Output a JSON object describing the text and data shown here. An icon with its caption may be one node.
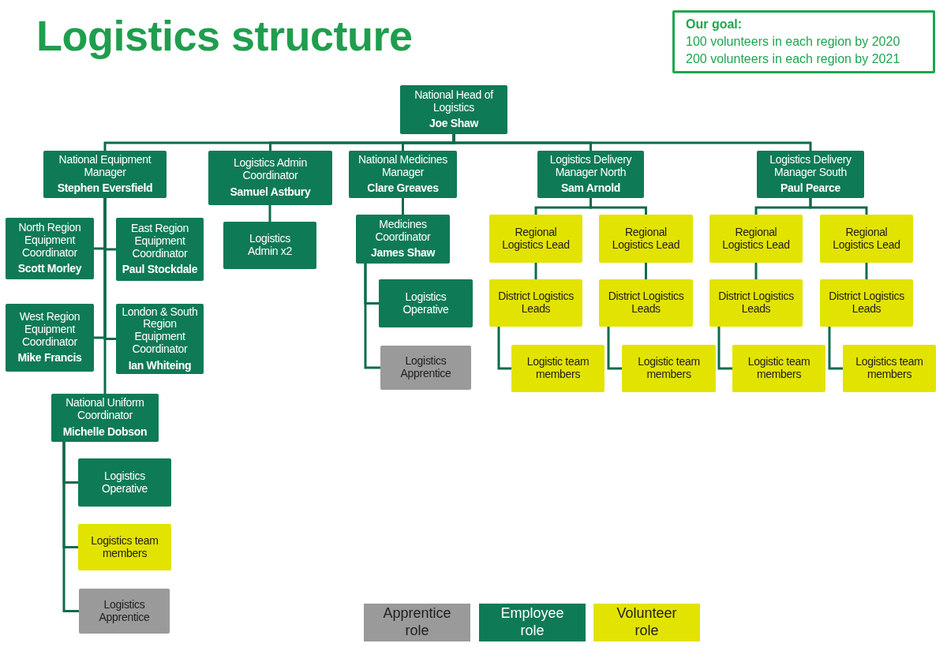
{
  "diagram": {
    "title": "Logistics structure",
    "nodes": [
      {
        "text": [
          "Our goal:",
          "100 volunteers in each region by 2020",
          "200 volunteers in each region by 2021"
        ]
      },
      {
        "text": [
          "National Head of Logistics",
          "Joe Shaw"
        ]
      },
      {
        "text": [
          "National Equipment Manager",
          "Stephen Eversfield"
        ]
      },
      {
        "text": [
          "Logistics Admin Coordinator",
          "Samuel Astbury"
        ]
      },
      {
        "text": [
          "National Medicines Manager",
          "Clare Greaves"
        ]
      },
      {
        "text": [
          "Logistics Delivery Manager North",
          "Sam Arnold"
        ]
      },
      {
        "text": [
          "Logistics Delivery Manager South",
          "Paul Pearce"
        ]
      },
      {
        "text": [
          "North Region Equipment Coordinator",
          "Scott Morley"
        ]
      },
      {
        "text": [
          "East Region Equipment Coordinator",
          "Paul Stockdale"
        ]
      },
      {
        "text": [
          "Logistics Admin x2"
        ]
      },
      {
        "text": [
          "Medicines Coordinator",
          "James Shaw"
        ]
      },
      {
        "text": [
          "Regional Logistics Lead"
        ]
      },
      {
        "text": [
          "Regional Logistics Lead"
        ]
      },
      {
        "text": [
          "Regional Logistics Lead"
        ]
      },
      {
        "text": [
          "Regional Logistics Lead"
        ]
      },
      {
        "text": [
          "West Region Equipment Coordinator",
          "Mike Francis"
        ]
      },
      {
        "text": [
          "London & South Region Equipment Coordinator",
          "Ian Whiteing"
        ]
      },
      {
        "text": [
          "Logistics Operative"
        ]
      },
      {
        "text": [
          "District Logistics Leads"
        ]
      },
      {
        "text": [
          "District Logistics Leads"
        ]
      },
      {
        "text": [
          "District Logistics Leads"
        ]
      },
      {
        "text": [
          "District Logistics Leads"
        ]
      },
      {
        "text": [
          "Logistics Apprentice"
        ]
      },
      {
        "text": [
          "Logistic team members"
        ]
      },
      {
        "text": [
          "Logistic team members"
        ]
      },
      {
        "text": [
          "Logistic team members"
        ]
      },
      {
        "text": [
          "Logistics team members"
        ]
      },
      {
        "text": [
          "National Uniform Coordinator",
          "Michelle Dobson"
        ]
      },
      {
        "text": [
          "Logistics Operative"
        ]
      },
      {
        "text": [
          "Logistics team members"
        ]
      },
      {
        "text": [
          "Logistics Apprentice"
        ]
      }
    ],
    "edges": [
      {
        "from": 1,
        "to": 2,
        "arrow": "none"
      },
      {
        "from": 1,
        "to": 3,
        "arrow": "none"
      },
      {
        "from": 1,
        "to": 4,
        "arrow": "none"
      },
      {
        "from": 1,
        "to": 5,
        "arrow": "none"
      },
      {
        "from": 1,
        "to": 6,
        "arrow": "none"
      },
      {
        "from": 2,
        "to": 7,
        "arrow": "none"
      },
      {
        "from": 2,
        "to": 8,
        "arrow": "none"
      },
      {
        "from": 2,
        "to": 15,
        "arrow": "none"
      },
      {
        "from": 2,
        "to": 16,
        "arrow": "none"
      },
      {
        "from": 2,
        "to": 27,
        "arrow": "none"
      },
      {
        "from": 3,
        "to": 9,
        "arrow": "none"
      },
      {
        "from": 4,
        "to": 10,
        "arrow": "none"
      },
      {
        "from": 10,
        "to": 17,
        "arrow": "none"
      },
      {
        "from": 10,
        "to": 22,
        "arrow": "none"
      },
      {
        "from": 5,
        "to": 11,
        "arrow": "none"
      },
      {
        "from": 5,
        "to": 12,
        "arrow": "none"
      },
      {
        "from": 6,
        "to": 13,
        "arrow": "none"
      },
      {
        "from": 6,
        "to": 14,
        "arrow": "none"
      },
      {
        "from": 11,
        "to": 18,
        "arrow": "none"
      },
      {
        "from": 12,
        "to": 19,
        "arrow": "none"
      },
      {
        "from": 13,
        "to": 20,
        "arrow": "none"
      },
      {
        "from": 14,
        "to": 21,
        "arrow": "none"
      },
      {
        "from": 18,
        "to": 23,
        "arrow": "none"
      },
      {
        "from": 19,
        "to": 24,
        "arrow": "none"
      },
      {
        "from": 20,
        "to": 25,
        "arrow": "none"
      },
      {
        "from": 21,
        "to": 26,
        "arrow": "none"
      },
      {
        "from": 27,
        "to": 28,
        "arrow": "none"
      },
      {
        "from": 27,
        "to": 29,
        "arrow": "none"
      },
      {
        "from": 27,
        "to": 30,
        "arrow": "none"
      }
    ],
    "legend": [
      {
        "text": "Apprentice role",
        "color": "#9a9a9a"
      },
      {
        "text": "Employee role",
        "color": "#0f7a56"
      },
      {
        "text": "Volunteer role",
        "color": "#e3e300"
      }
    ]
  }
}
